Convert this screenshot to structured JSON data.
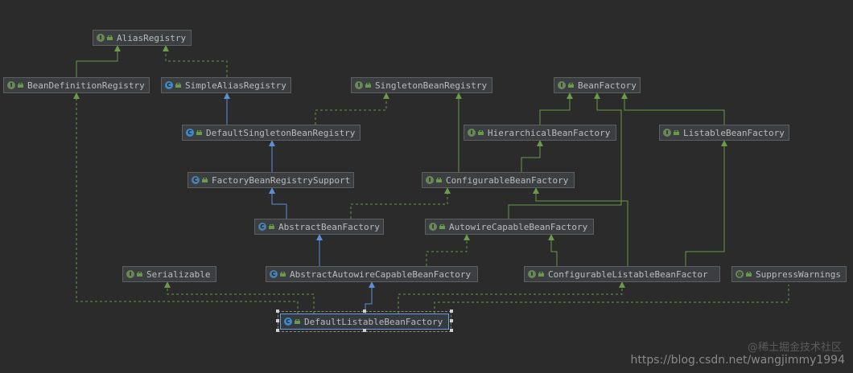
{
  "diagram": {
    "nodes": {
      "alias_registry": {
        "label": "AliasRegistry",
        "kind": "interface"
      },
      "bean_definition_registry": {
        "label": "BeanDefinitionRegistry",
        "kind": "interface"
      },
      "simple_alias_registry": {
        "label": "SimpleAliasRegistry",
        "kind": "class"
      },
      "singleton_bean_registry": {
        "label": "SingletonBeanRegistry",
        "kind": "interface"
      },
      "bean_factory": {
        "label": "BeanFactory",
        "kind": "interface"
      },
      "default_singleton_bean_registry": {
        "label": "DefaultSingletonBeanRegistry",
        "kind": "class"
      },
      "hierarchical_bean_factory": {
        "label": "HierarchicalBeanFactory",
        "kind": "interface"
      },
      "listable_bean_factory": {
        "label": "ListableBeanFactory",
        "kind": "interface"
      },
      "factory_bean_registry_support": {
        "label": "FactoryBeanRegistrySupport",
        "kind": "abstract"
      },
      "configurable_bean_factory": {
        "label": "ConfigurableBeanFactory",
        "kind": "interface"
      },
      "abstract_bean_factory": {
        "label": "AbstractBeanFactory",
        "kind": "abstract"
      },
      "autowire_capable_bean_factory": {
        "label": "AutowireCapableBeanFactory",
        "kind": "interface"
      },
      "serializable": {
        "label": "Serializable",
        "kind": "interface"
      },
      "abstract_autowire_capable_bean_factory": {
        "label": "AbstractAutowireCapableBeanFactory",
        "kind": "abstract"
      },
      "configurable_listable_bean_factory": {
        "label": "ConfigurableListableBeanFactor",
        "kind": "interface"
      },
      "suppress_warnings": {
        "label": "SuppressWarnings",
        "kind": "annotation"
      },
      "default_listable_bean_factory": {
        "label": "DefaultListableBeanFactory",
        "kind": "class"
      }
    },
    "colors": {
      "background": "#2b2b2b",
      "extends_line": "#5b8fd6",
      "implements_line": "#6a9a4a"
    }
  },
  "watermark": {
    "text": "https://blog.csdn.net/wangjimmy1994",
    "brand": "@稀土掘金技术社区"
  }
}
